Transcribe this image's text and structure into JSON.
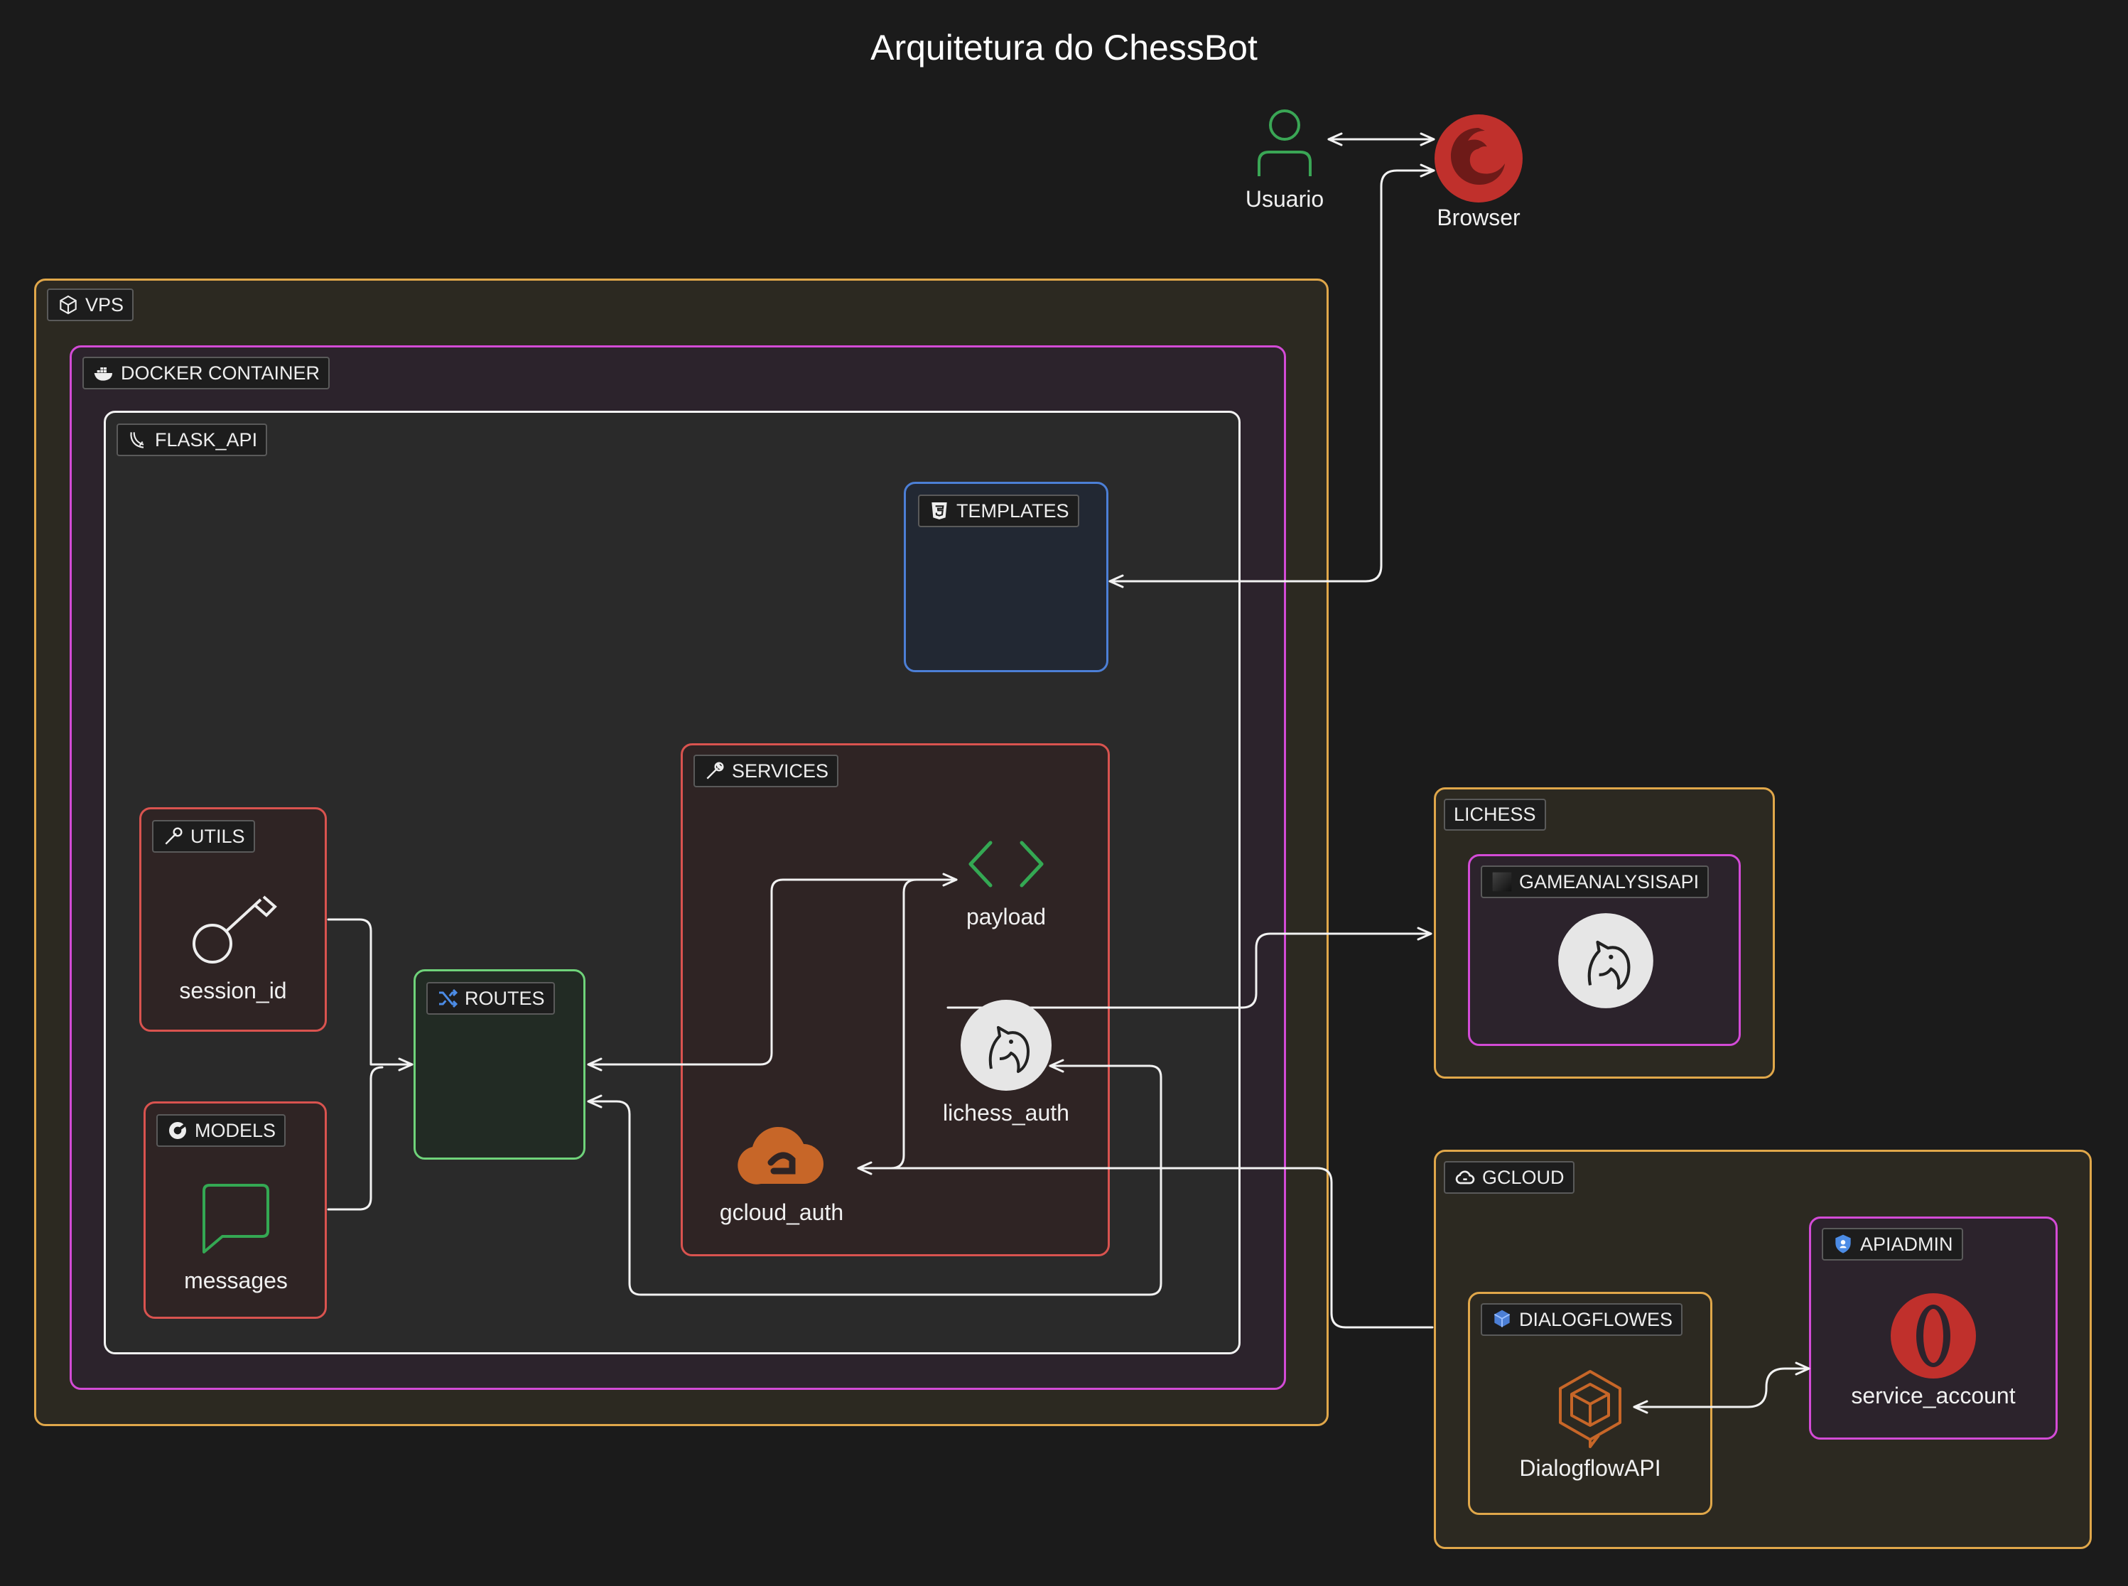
{
  "title": "Arquitetura do ChessBot",
  "groups": {
    "vps": "VPS",
    "docker": "DOCKER CONTAINER",
    "flask": "FLASK_API",
    "templates": "TEMPLATES",
    "services": "SERVICES",
    "utils": "UTILS",
    "models": "MODELS",
    "routes": "ROUTES",
    "lichess": "LICHESS",
    "gameanalysis": "GAMEANALYSISAPI",
    "gcloud": "GCLOUD",
    "dialogflow": "DIALOGFLOWES",
    "apiadmin": "APIADMIN"
  },
  "nodes": {
    "usuario": "Usuario",
    "browser": "Browser",
    "payload": "payload",
    "lichess_auth": "lichess_auth",
    "gcloud_auth": "gcloud_auth",
    "session_id": "session_id",
    "messages": "messages",
    "dialogflow_api": "DialogflowAPI",
    "service_account": "service_account"
  },
  "colors": {
    "background": "#1b1b1b",
    "orange": "#e0a74a",
    "magenta": "#d34bd6",
    "white": "#f2f2f2",
    "blue": "#4c7fd6",
    "red": "#d9534f",
    "green": "#6fd37a"
  },
  "icons": {
    "usuario": "user-icon",
    "browser": "browser-icon",
    "payload": "code-icon",
    "lichess_auth": "knight-icon",
    "gcloud_auth": "cloud-icon",
    "session_id": "key-icon",
    "messages": "message-icon",
    "dialogflow_api": "dialogflow-icon",
    "service_account": "opera-icon"
  }
}
